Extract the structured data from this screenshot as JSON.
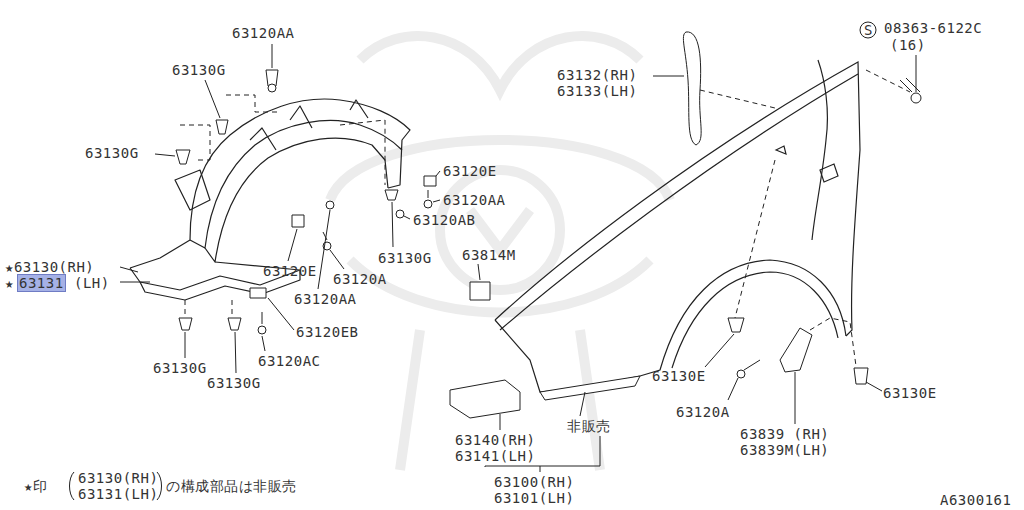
{
  "diagram": {
    "nodes": [
      {
        "text": [
          "63131"
        ]
      }
    ],
    "labels": [
      "63120AA",
      "63130G",
      "63130G",
      "★63130(RH)",
      "★",
      "(LH)",
      "63120E",
      "63120AA",
      "63120AB",
      "63130G",
      "63120E",
      "63120A",
      "63120AA",
      "63120EB",
      "63130G",
      "63130G",
      "63120AC",
      "63814M",
      "63132(RH)",
      "63133(LH)",
      "S",
      "08363-6122C",
      "(16)",
      "63130E",
      "63120A",
      "63130E",
      "63839 (RH)",
      "63839M(LH)",
      "63140(RH)",
      "63141(LH)",
      "非販売",
      "63100(RH)",
      "63101(LH)",
      "★印",
      "63130(RH)",
      "63131(LH)",
      "の構成部品は非販売",
      "A6300161"
    ]
  }
}
